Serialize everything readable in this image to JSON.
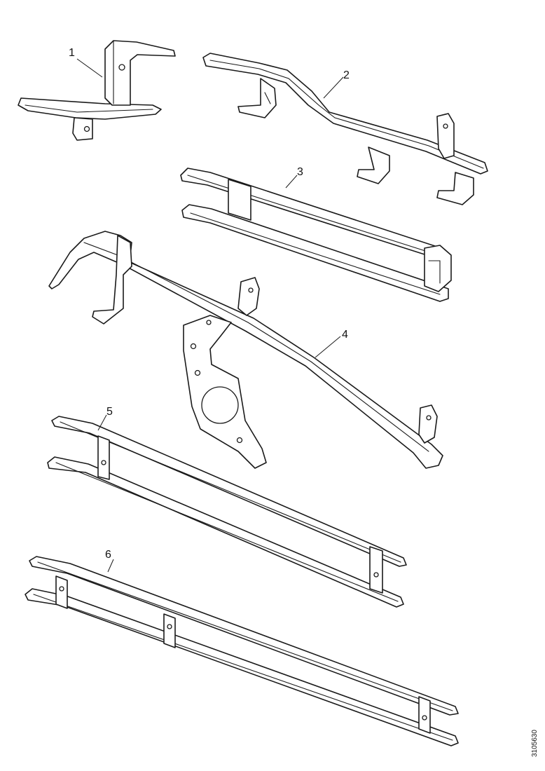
{
  "diagram": {
    "callouts": [
      {
        "id": "part-1",
        "label": "1"
      },
      {
        "id": "part-2",
        "label": "2"
      },
      {
        "id": "part-3",
        "label": "3"
      },
      {
        "id": "part-4",
        "label": "4"
      },
      {
        "id": "part-5",
        "label": "5"
      },
      {
        "id": "part-6",
        "label": "6"
      }
    ],
    "reference_code": "3105630"
  }
}
